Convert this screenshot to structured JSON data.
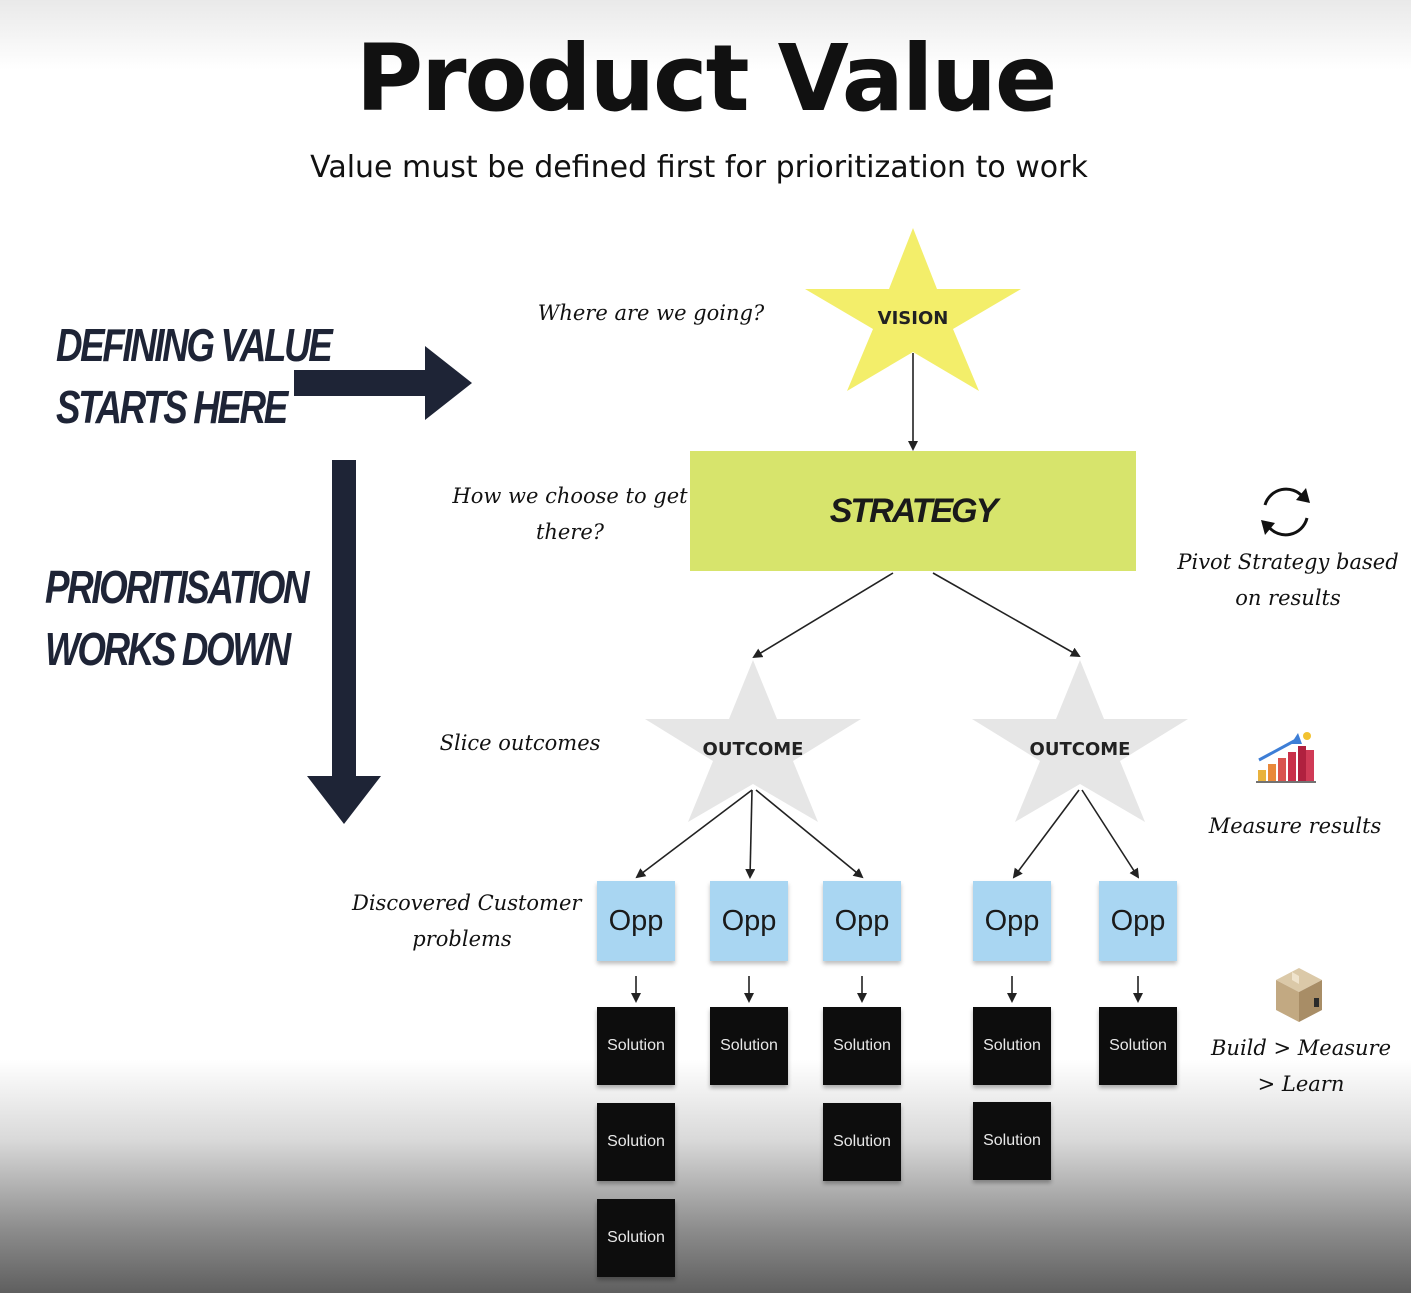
{
  "header": {
    "title": "Product Value",
    "subtitle": "Value must be defined first for prioritization to work"
  },
  "left": {
    "defining_line1": "DEFINING VALUE",
    "defining_line2": "STARTS HERE",
    "prior_line1": "PRIORITISATION",
    "prior_line2": "WORKS DOWN"
  },
  "notes": {
    "where": "Where are we going?",
    "how_line1": "How we choose to get",
    "how_line2": "there?",
    "slice": "Slice outcomes",
    "discovered_line1": "Discovered Customer",
    "discovered_line2": "problems",
    "pivot_line1": "Pivot Strategy based",
    "pivot_line2": "on results",
    "measure": "Measure results",
    "build_line1": "Build > Measure",
    "build_line2": "> Learn"
  },
  "diagram": {
    "vision": "VISION",
    "strategy": "STRATEGY",
    "outcome_left": "OUTCOME",
    "outcome_right": "OUTCOME",
    "opp": "Opp",
    "solution": "Solution"
  },
  "icons": [
    "refresh-cycle-icon",
    "growth-bar-chart-icon",
    "package-box-icon"
  ],
  "colors": {
    "vision_star": "#f3ee6a",
    "strategy_box": "#d7e46c",
    "outcome_star": "#e6e6e6",
    "opp_note": "#a9d6f2",
    "solution_note": "#0d0d0d",
    "navy": "#1e2436"
  }
}
